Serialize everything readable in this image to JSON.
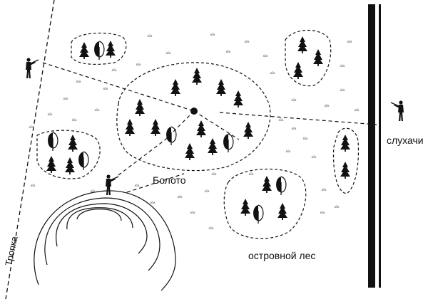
{
  "labels": {
    "path": "Тропка",
    "swamp": "Болото",
    "listeners": "слухачи",
    "island_forest": "островной лес"
  },
  "colors": {
    "ink": "#111111",
    "grass": "#9a9a9a"
  },
  "icons": {
    "hunter": "hunter-with-rifle-icon",
    "spruce": "spruce-tree-icon",
    "deciduous": "deciduous-tree-icon",
    "grass": "grass-tuft-icon"
  }
}
